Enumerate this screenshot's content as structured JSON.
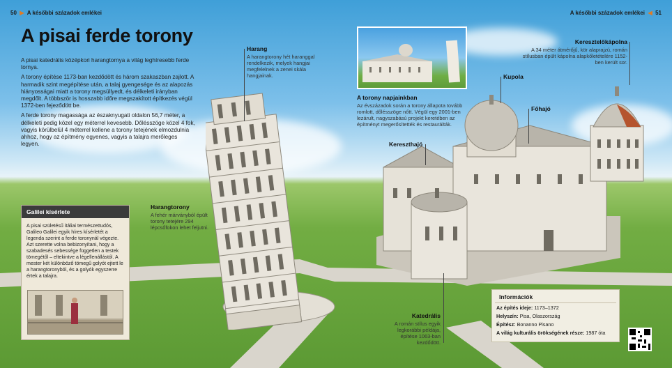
{
  "header": {
    "left_page_number": "50",
    "left_running_title": "A későbbi századok emlékei",
    "right_running_title": "A későbbi századok emlékei",
    "right_page_number": "51",
    "arrow_color": "#e07b24"
  },
  "title": "A pisai ferde torony",
  "intro": [
    "A pisai katedrális középkori harangtornya a világ leghíresebb ferde tornya.",
    "A torony építése 1173-ban kezdődött és három szakaszban zajlott. A harmadik szint megépítése után, a talaj gyengesége és az alapozás hiányosságai miatt a torony megsüllyedt, és délkeleti irányban megdőlt. A többször is hosszabb időre megszakított építkezés végül 1372-ben fejeződött be.",
    "A ferde torony magassága az északnyugati oldalon 56,7 méter, a délkeleti pedig közel egy méterrel kevesebb. Dőlésszöge közel 4 fok, vagyis körülbelül 4 méterrel kellene a torony tetejének elmozdulnia ahhoz, hogy az építmény egyenes, vagyis a talajra merőleges legyen."
  ],
  "labels": {
    "harang": {
      "title": "Harang",
      "text": "A harangtorony hét haranggal rendelkezik, melyek hangjai megfelelnek a zenei skála hangjainak."
    },
    "napjaink": {
      "title": "A torony napjainkban",
      "text": "Az évszázadok során a torony állapota tovább romlott, dőlésszöge nőtt. Végül egy 2001-ben lezárult, nagyszabású projekt keretében az építményt megerősítették és restaurálták."
    },
    "kupola": {
      "title": "Kupola"
    },
    "foehajo": {
      "title": "Főhajó"
    },
    "kereszthajo": {
      "title": "Kereszthajó"
    },
    "keresztelo": {
      "title": "Keresztelőkápolna",
      "text": "A 34 méter átmérőjű, kör alaprajzú, román stílusban épült kápolna alapkőletételére 1152-ben került sor."
    },
    "harangtorony": {
      "title": "Harangtorony",
      "text": "A fehér márványból épült torony tetejére 294 lépcsőfokon lehet feljutni."
    },
    "katedralis": {
      "title": "Katedrális",
      "text": "A román stílus egyik legkorábbi példája, építése 1063-ban kezdődött."
    }
  },
  "galilei": {
    "title": "Galilei kísérlete",
    "text": "A pisai születésű itáliai természettudós, Galileo Galilei egyik híres kísérletét a legenda szerint a ferde toronynál végezte. Azt szerette volna bebizonyítani, hogy a szabadesés sebessége független a testek tömegétől – eltekintve a légellenállástól. A mester két különböző tömegű golyót ejtett le a harangtoronyból, és a golyók egyszerre értek a talajra."
  },
  "info": {
    "title": "Információk",
    "rows": [
      {
        "key": "Az építés ideje:",
        "value": "1173–1372"
      },
      {
        "key": "Helyszín:",
        "value": "Pisa, Olaszország"
      },
      {
        "key": "Építész:",
        "value": "Bonanno Pisano"
      },
      {
        "key": "A világ kulturális örökségének része:",
        "value": "1987 óta"
      }
    ]
  }
}
